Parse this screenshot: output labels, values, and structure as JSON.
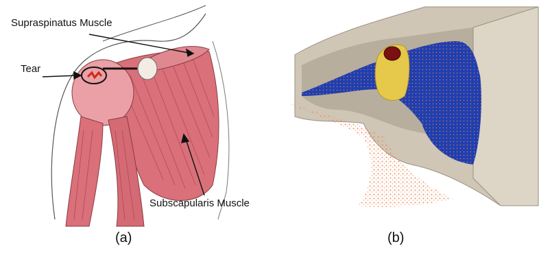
{
  "panel_a": {
    "labels": {
      "supraspinatus": "Supraspinatus Muscle",
      "tear": "Tear",
      "subscapularis": "Subscapularis Muscle"
    },
    "caption": "(a)"
  },
  "panel_b": {
    "caption": "(b)"
  },
  "colors": {
    "muscle": "#d9707a",
    "muscle_dark": "#b84a55",
    "tear_marker": "#cc2a1a",
    "tissue_shell": "#c9bfae",
    "blue_region": "#1f3fb0",
    "yellow_tube": "#e6c84a",
    "point_cloud": "#f08a5a"
  }
}
